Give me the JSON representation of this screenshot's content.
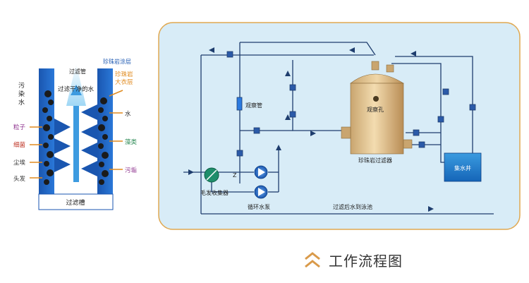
{
  "left_diagram": {
    "filter_tube": "过滤管",
    "clean_water": "过滤干净的水",
    "perlite_coating": "珍珠岩涂层",
    "perlite_coat_line1": "珍珠岩",
    "perlite_coat_line2": "大衣层",
    "dirty_water_1": "污",
    "dirty_water_2": "染",
    "dirty_water_3": "水",
    "left_labels": [
      "粒子",
      "细菌",
      "尘埃",
      "头发"
    ],
    "right_labels": [
      "水",
      "藻类",
      "污垢"
    ],
    "filter_tank": "过滤槽",
    "colors": {
      "particle": "#8b2d8b",
      "bacteria": "#c0392b",
      "dust": "#333333",
      "hair": "#333333",
      "water": "#333333",
      "algae": "#2e8b57",
      "dirt": "#8b2d8b",
      "accent_orange": "#e08a1e"
    }
  },
  "right_diagram": {
    "observation_tube": "观察管",
    "observation_hole": "观察孔",
    "perlite_filter": "珍珠岩过滤器",
    "collection_well": "集水井",
    "hair_collector": "毛发收集器",
    "circulation_pump": "循环水泵",
    "to_pool": "过滤后水到泳池"
  },
  "footer": {
    "title": "工作流程图"
  }
}
